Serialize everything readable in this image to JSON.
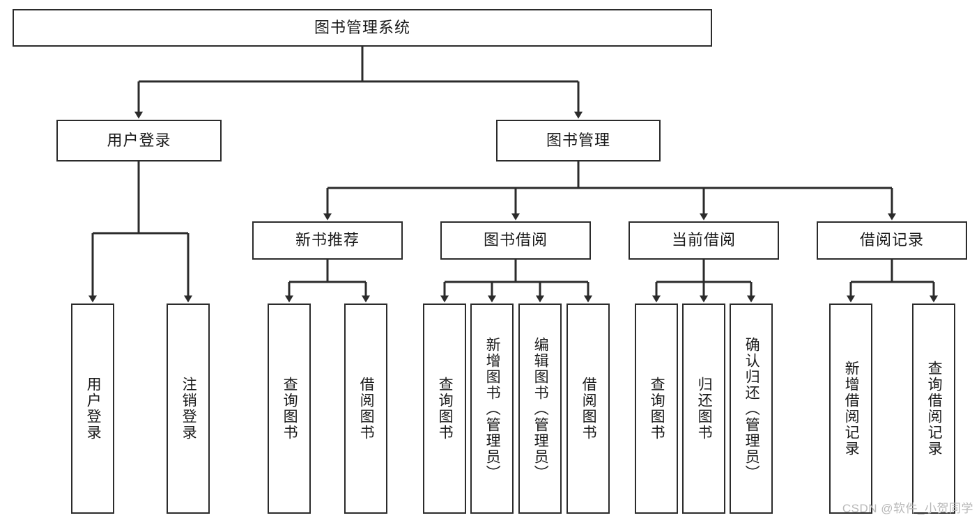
{
  "diagram": {
    "type": "tree",
    "title": "图书管理系统",
    "watermark": "CSDN @软件_小贺同学",
    "colors": {
      "stroke": "#2b2b2b",
      "fill": "#ffffff",
      "text": "#1a1a1a",
      "watermark": "#b9b9b9"
    },
    "levels": {
      "root": {
        "label": "图书管理系统"
      },
      "level2": [
        {
          "id": "user-login",
          "label": "用户登录"
        },
        {
          "id": "book-management",
          "label": "图书管理"
        }
      ],
      "level3": [
        {
          "id": "new-book-recommend",
          "label": "新书推荐",
          "parent": "book-management"
        },
        {
          "id": "book-borrow",
          "label": "图书借阅",
          "parent": "book-management"
        },
        {
          "id": "current-borrow",
          "label": "当前借阅",
          "parent": "book-management"
        },
        {
          "id": "borrow-record",
          "label": "借阅记录",
          "parent": "book-management"
        }
      ],
      "leaves": [
        {
          "id": "leaf-user-login",
          "label": "用户登录",
          "parent": "user-login"
        },
        {
          "id": "leaf-logout",
          "label": "注销登录",
          "parent": "user-login"
        },
        {
          "id": "leaf-query-book-1",
          "label": "查询图书",
          "parent": "new-book-recommend"
        },
        {
          "id": "leaf-borrow-book-1",
          "label": "借阅图书",
          "parent": "new-book-recommend"
        },
        {
          "id": "leaf-query-book-2",
          "label": "查询图书",
          "parent": "book-borrow"
        },
        {
          "id": "leaf-add-book",
          "label": "新增图书（管理员）",
          "parent": "book-borrow"
        },
        {
          "id": "leaf-edit-book",
          "label": "编辑图书（管理员）",
          "parent": "book-borrow"
        },
        {
          "id": "leaf-borrow-book-2",
          "label": "借阅图书",
          "parent": "book-borrow"
        },
        {
          "id": "leaf-query-book-3",
          "label": "查询图书",
          "parent": "current-borrow"
        },
        {
          "id": "leaf-return-book",
          "label": "归还图书",
          "parent": "current-borrow"
        },
        {
          "id": "leaf-confirm-return",
          "label": "确认归还（管理员）",
          "parent": "current-borrow"
        },
        {
          "id": "leaf-add-record",
          "label": "新增借阅记录",
          "parent": "borrow-record"
        },
        {
          "id": "leaf-query-record",
          "label": "查询借阅记录",
          "parent": "borrow-record"
        }
      ]
    }
  }
}
